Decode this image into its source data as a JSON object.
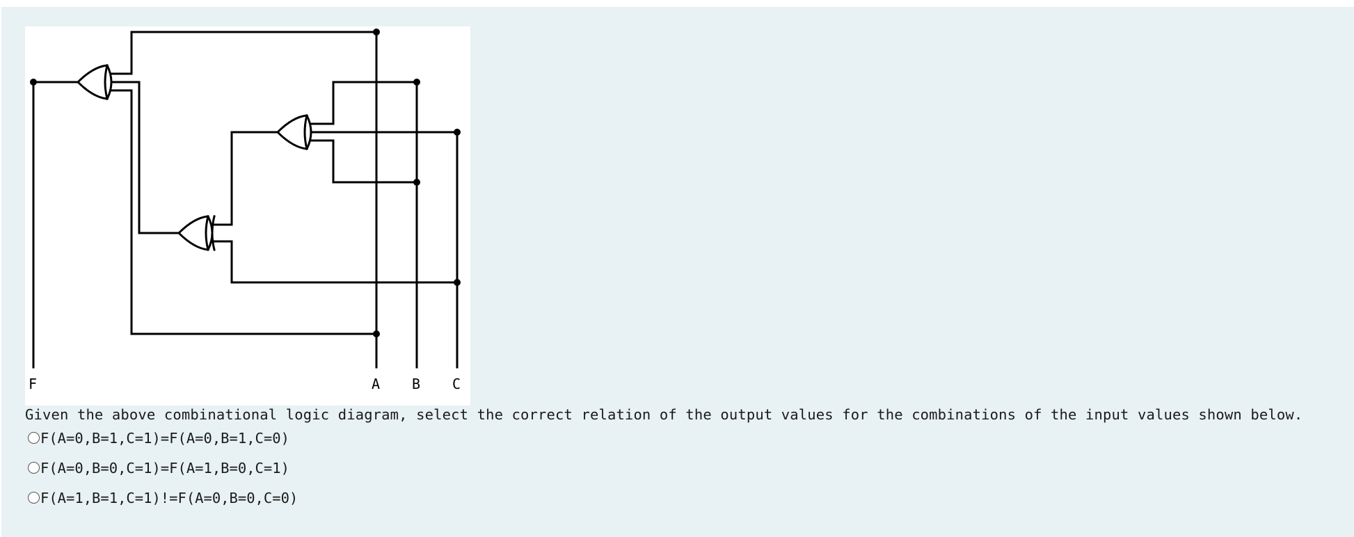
{
  "diagram": {
    "terminals": {
      "output": "F",
      "input_a": "A",
      "input_b": "B",
      "input_c": "C"
    }
  },
  "question": {
    "text": "Given the above combinational logic diagram, select the correct relation of the output values for the combinations of the input values shown below."
  },
  "options": [
    {
      "label": "F(A=0,B=1,C=1)=F(A=0,B=1,C=0)",
      "selected": false
    },
    {
      "label": "F(A=0,B=0,C=1)=F(A=1,B=0,C=1)",
      "selected": false
    },
    {
      "label": "F(A=1,B=1,C=1)!=F(A=0,B=0,C=0)",
      "selected": false
    }
  ]
}
